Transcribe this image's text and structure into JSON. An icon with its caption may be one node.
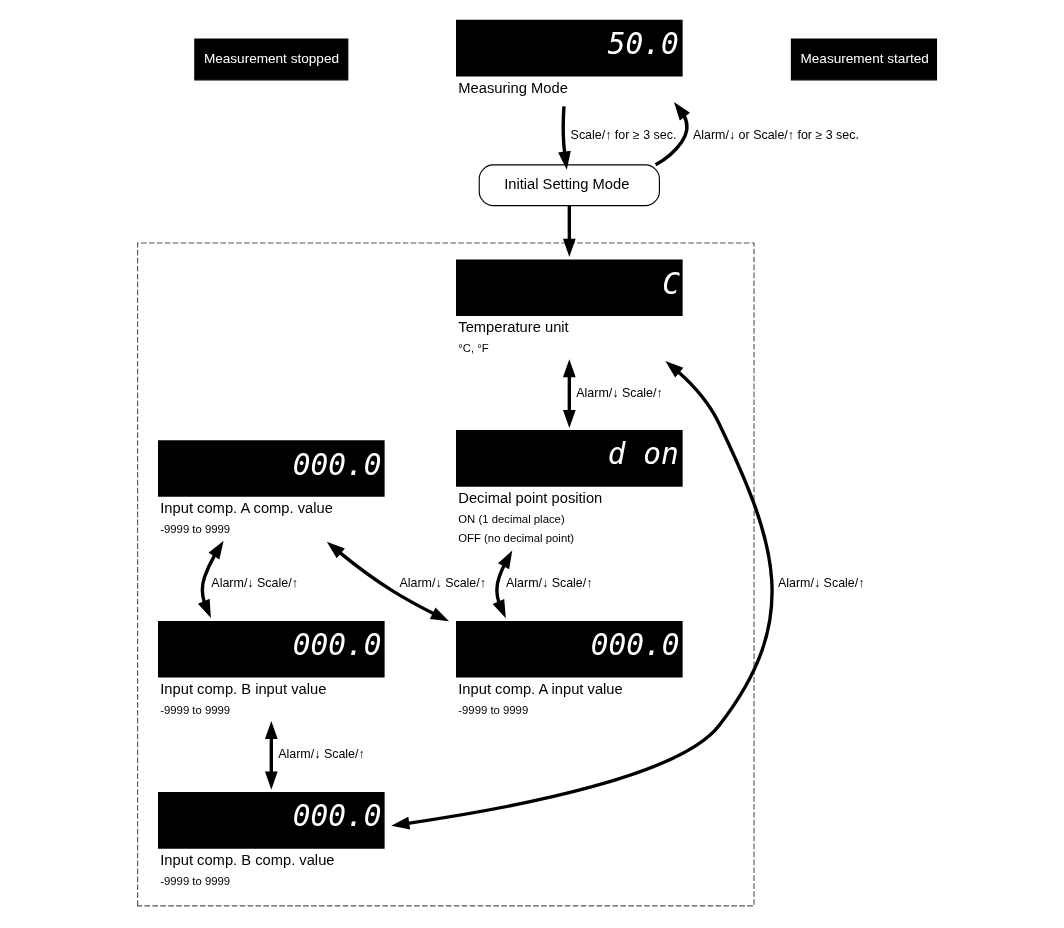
{
  "diagram": {
    "nodes": [
      {
        "text": [
          "50.0"
        ],
        "beside": [
          "Measuring Mode"
        ]
      },
      {
        "text": [],
        "shape": "box"
      },
      {
        "text": [
          "Initial Setting Mode"
        ]
      },
      {
        "text": [
          "C"
        ],
        "beside": [
          "Temperature unit",
          "°C, °F"
        ],
        "in": 1
      },
      {
        "text": [
          "d on"
        ],
        "beside": [
          "Decimal point position",
          "ON (1 decimal place)",
          "OFF (no decimal point)"
        ],
        "in": 1
      },
      {
        "text": [
          "000.0"
        ],
        "beside": [
          "Input comp. A input value",
          "-9999 to 9999"
        ],
        "in": 1
      },
      {
        "text": [
          "000.0"
        ],
        "beside": [
          "Input comp. A comp. value",
          "-9999 to 9999"
        ],
        "in": 1
      },
      {
        "text": [
          "000.0"
        ],
        "beside": [
          "Input comp. B input value",
          "-9999 to 9999"
        ],
        "in": 1
      },
      {
        "text": [
          "000.0"
        ],
        "beside": [
          "Input comp. B comp. value",
          "-9999 to 9999"
        ],
        "in": 1
      }
    ],
    "edges": [
      {
        "from": 0,
        "to": 2,
        "arrow": "to",
        "label": "Scale/↑ for ≥ 3 sec."
      },
      {
        "from": 2,
        "to": 0,
        "arrow": "to",
        "label": "Alarm/↓ or Scale/↑ for ≥ 3 sec."
      },
      {
        "from": 2,
        "to": 3,
        "arrow": "to"
      },
      {
        "from": 3,
        "to": 4,
        "arrow": "both",
        "label": "Alarm/↓ Scale/↑"
      },
      {
        "from": 4,
        "to": 5,
        "arrow": "both",
        "label": "Alarm/↓ Scale/↑"
      },
      {
        "from": 5,
        "to": 6,
        "arrow": "both",
        "label": "Alarm/↓ Scale/↑"
      },
      {
        "from": 6,
        "to": 7,
        "arrow": "both",
        "label": "Alarm/↓ Scale/↑"
      },
      {
        "from": 7,
        "to": 8,
        "arrow": "both",
        "label": "Alarm/↓ Scale/↑"
      },
      {
        "from": 8,
        "to": 3,
        "arrow": "both",
        "label": "Alarm/↓ Scale/↑"
      }
    ],
    "labels": [
      "Measurement stopped",
      "Measurement started"
    ]
  }
}
